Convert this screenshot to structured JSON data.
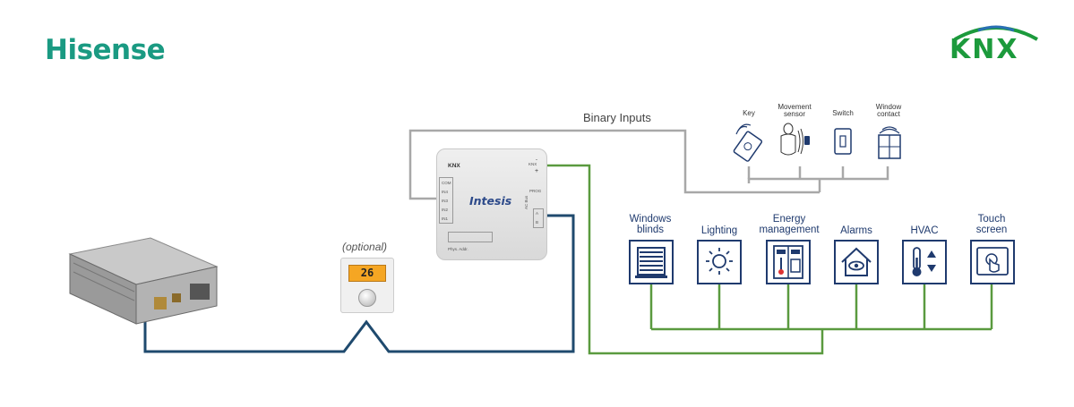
{
  "logos": {
    "left_brand": "Hisense",
    "right_brand": "KNX"
  },
  "binary_inputs_label": "Binary Inputs",
  "optional_label": "(optional)",
  "sensors": [
    {
      "label": "Key",
      "icon": "key-card-icon"
    },
    {
      "label": "Movement sensor",
      "icon": "movement-sensor-icon"
    },
    {
      "label": "Switch",
      "icon": "switch-icon"
    },
    {
      "label": "Window contact",
      "icon": "window-contact-icon"
    }
  ],
  "devices": [
    {
      "label": "Windows blinds",
      "icon": "blinds-icon"
    },
    {
      "label": "Lighting",
      "icon": "light-bulb-icon"
    },
    {
      "label": "Energy management",
      "icon": "energy-meter-icon"
    },
    {
      "label": "Alarms",
      "icon": "alarm-house-icon"
    },
    {
      "label": "HVAC",
      "icon": "thermometer-icon"
    },
    {
      "label": "Touch screen",
      "icon": "touch-screen-icon"
    }
  ],
  "gateway": {
    "brand": "Intesis",
    "bus_label": "KNX",
    "prog_label": "PROG",
    "phys_addr_label": "Phys. Addr.",
    "inputs": [
      "COM",
      "IN4",
      "IN3",
      "IN2",
      "IN1"
    ],
    "ac_bus_label": "AC Bus",
    "ac_terminals": [
      "A",
      "B"
    ]
  },
  "thermostat": {
    "display_value": "26"
  },
  "colors": {
    "hisense_teal": "#1a9a82",
    "knx_green": "#1c9a3c",
    "knx_bus_line": "#5a9a3f",
    "ac_bus_line": "#1f4a6e",
    "binary_input_line": "#a8a8a8",
    "device_navy": "#1f3a6e"
  }
}
